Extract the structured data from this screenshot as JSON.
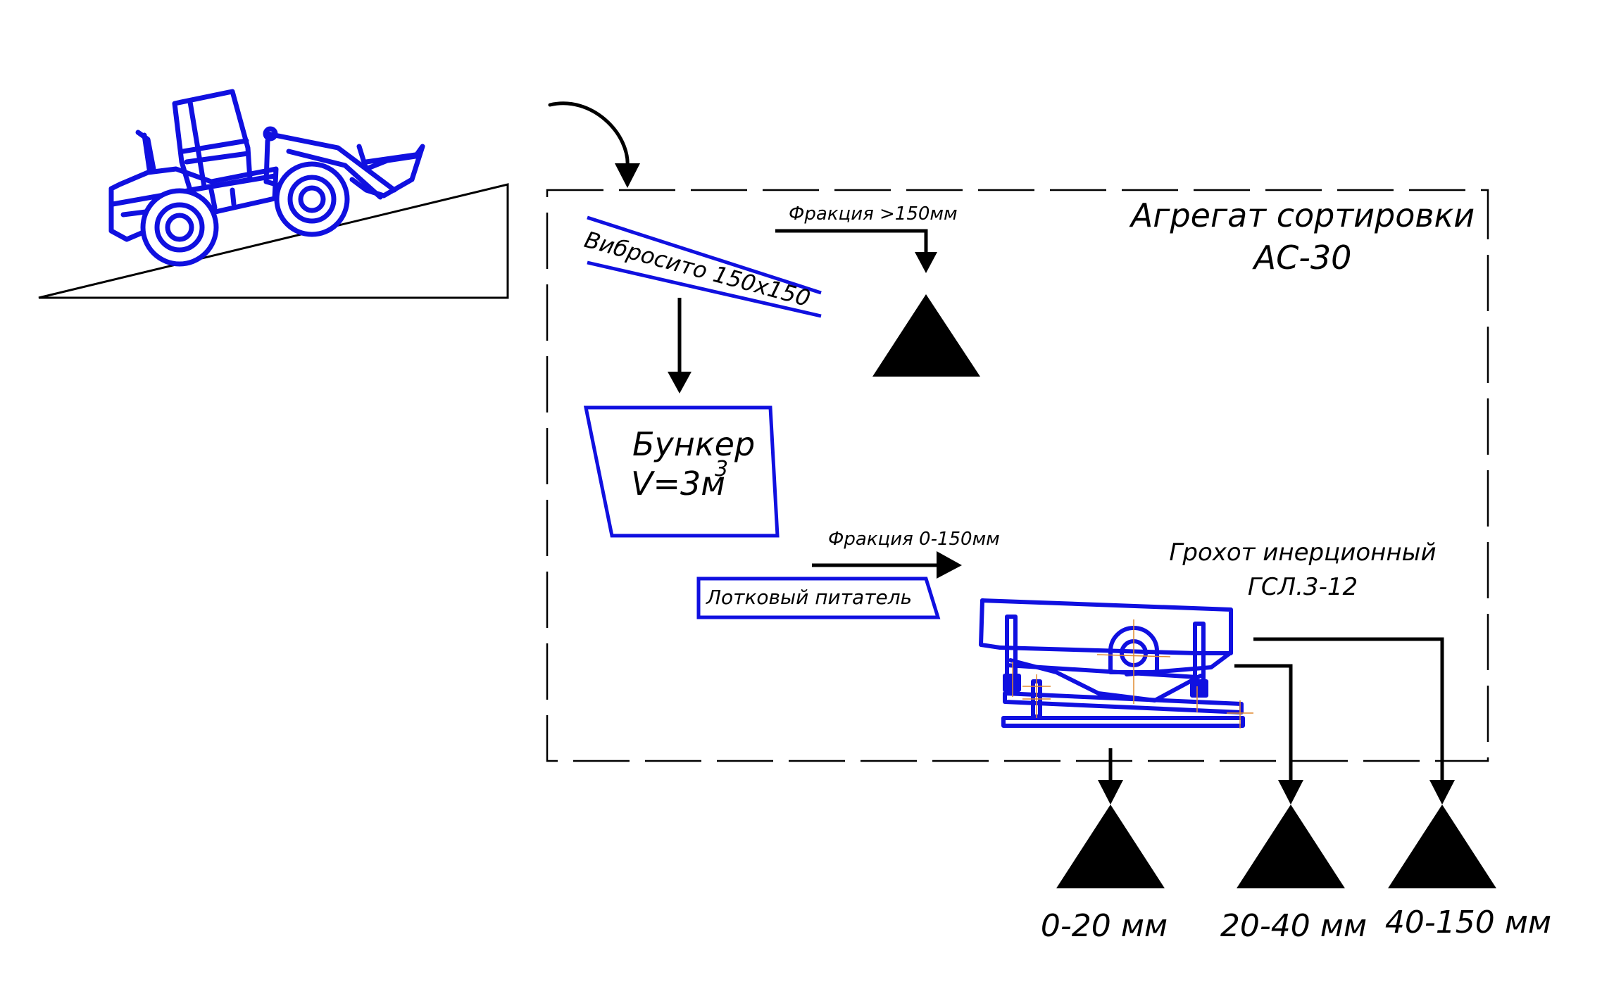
{
  "diagram": {
    "title_line1": "Агрегат сортировки",
    "title_line2": "АС-30",
    "colors": {
      "equipment": "#1010e0",
      "flow": "#000000",
      "centerlines": "#e08a30",
      "background": "#ffffff"
    },
    "loader": {
      "label": ""
    },
    "sieve": {
      "label": "Вибросито 150x150"
    },
    "oversize_flow": {
      "label": "Фракция >150мм"
    },
    "bunker": {
      "line1": "Бункер",
      "line2": "V=3м",
      "superscript": "3"
    },
    "feeder": {
      "label": "Лотковый питатель"
    },
    "feed_flow": {
      "label": "Фракция 0-150мм"
    },
    "screen": {
      "line1": "Грохот инерционный",
      "line2": "ГСЛ.3-12"
    },
    "outputs": [
      {
        "label": "0-20 мм"
      },
      {
        "label": "20-40 мм"
      },
      {
        "label": "40-150 мм"
      }
    ]
  }
}
